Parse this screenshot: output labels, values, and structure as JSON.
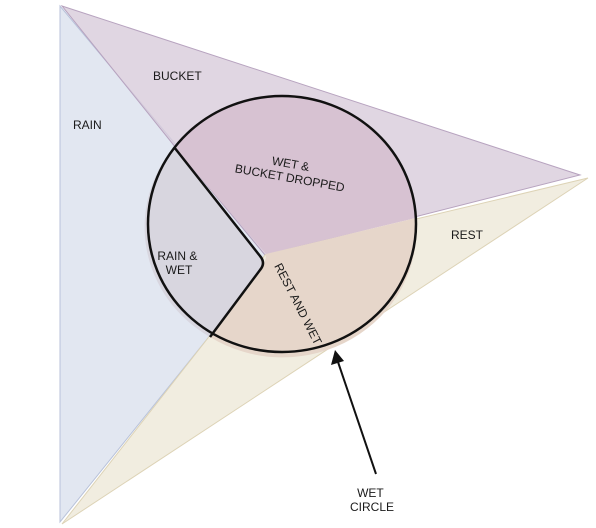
{
  "diagram": {
    "regions": {
      "rain": {
        "label": "RAIN",
        "fill": "#dde3ef",
        "stroke": "#b8c2da"
      },
      "bucket": {
        "label": "BUCKET",
        "fill": "#d8ccdb",
        "stroke": "#b7a3bf"
      },
      "rest": {
        "label": "REST",
        "fill": "#efeadb",
        "stroke": "#ddd3b6"
      }
    },
    "circle": {
      "rain_and_wet": {
        "line1": "RAIN &",
        "line2": "WET",
        "fill": "#d8d6df"
      },
      "wet_and_bucket": {
        "line1": "WET &",
        "line2": "BUCKET DROPPED",
        "fill": "#d7c2d2"
      },
      "rest_and_wet": {
        "label": "REST AND WET",
        "fill": "#e6d6ca"
      },
      "outline_color": "#111111"
    },
    "callout": {
      "line1": "WET",
      "line2": "CIRCLE"
    }
  }
}
